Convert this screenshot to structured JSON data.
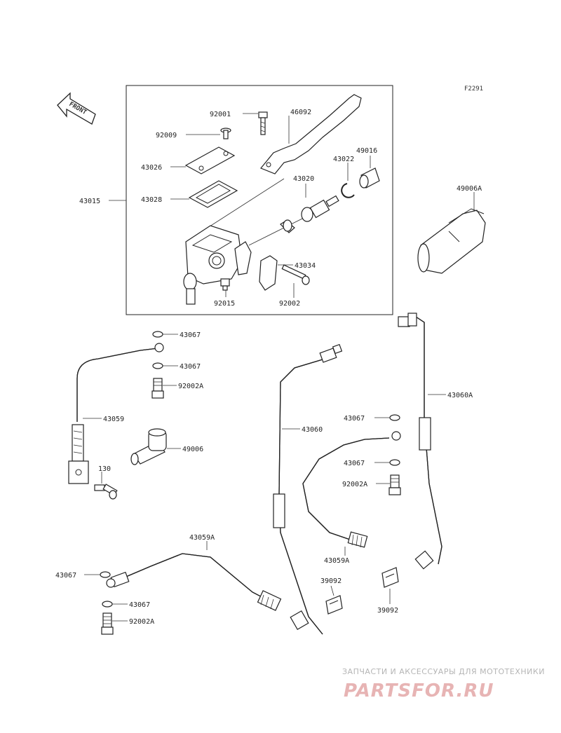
{
  "figure_code": "F2291",
  "front_label": "FRONT",
  "labels": {
    "p92001": "92001",
    "p46092": "46092",
    "p92009": "92009",
    "p43026": "43026",
    "p43022": "43022",
    "p49016": "49016",
    "p43020": "43020",
    "p43015": "43015",
    "p43028": "43028",
    "p49006A": "49006A",
    "p43034": "43034",
    "p92015": "92015",
    "p92002": "92002",
    "p43067_a": "43067",
    "p43067_b": "43067",
    "p92002A_a": "92002A",
    "p43060A": "43060A",
    "p43059": "43059",
    "p43060": "43060",
    "p43067_c": "43067",
    "p49006": "49006",
    "p43067_d": "43067",
    "p130": "130",
    "p92002A_b": "92002A",
    "p43059A_top": "43059A",
    "p43059A_mid": "43059A",
    "p43067_e": "43067",
    "p39092_a": "39092",
    "p39092_b": "39092",
    "p43067_f": "43067",
    "p92002A_c": "92002A"
  },
  "watermark": {
    "subtitle": "ЗАПЧАСТИ И АКСЕССУАРЫ ДЛЯ МОТОТЕХНИКИ",
    "brand": "PARTSFOR.RU"
  }
}
